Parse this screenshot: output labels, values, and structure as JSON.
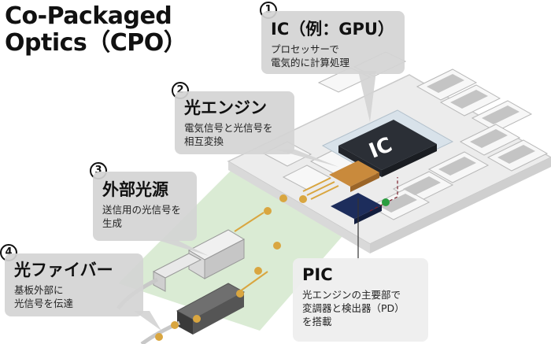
{
  "title": {
    "line1": "Co-Packaged",
    "line2": "Optics（CPO）"
  },
  "chip_label": "IC",
  "callouts": [
    {
      "num": "1",
      "head": "IC（例：GPU）",
      "desc": [
        "プロセッサーで",
        "電気的に計算処理"
      ]
    },
    {
      "num": "2",
      "head": "光エンジン",
      "desc": [
        "電気信号と光信号を",
        "相互変換"
      ]
    },
    {
      "num": "3",
      "head": "外部光源",
      "desc": [
        "送信用の光信号を",
        "生成"
      ]
    },
    {
      "num": "4",
      "head": "光ファイバー",
      "desc": [
        "基板外部に",
        "光信号を伝達"
      ]
    },
    {
      "num": "",
      "head": "PIC",
      "desc": [
        "光エンジンの主要部で",
        "変調器と検出器（PD）",
        "を搭載"
      ]
    }
  ],
  "colors": {
    "board": "#e6e6e6",
    "chip": "#2b2f36",
    "pic": "#1d2d5c",
    "engine": "#c98a3c",
    "fiber": "#d9a640",
    "green_zone": "#cfe5c8",
    "callout_bg": "#d4d4d4"
  }
}
